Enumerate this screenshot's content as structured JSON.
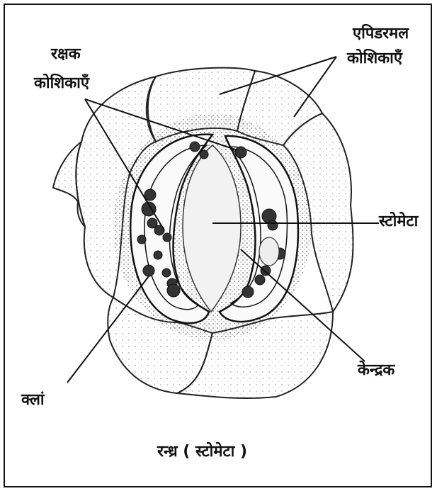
{
  "labels": {
    "guard_cells_line1": "रक्षक",
    "guard_cells_line2": "कोशिकाएँ",
    "epidermal_line1": "एपिडरमल",
    "epidermal_line2": "कोशिकाएँ",
    "stomata": "स्टोमेटा",
    "nucleus": "केन्द्रक",
    "chloroplast_partial": "क्लां"
  },
  "caption": "रन्ध्र ( स्टोमेटा )",
  "colors": {
    "ink": "#111111",
    "shade": "#555555",
    "background": "#ffffff"
  }
}
